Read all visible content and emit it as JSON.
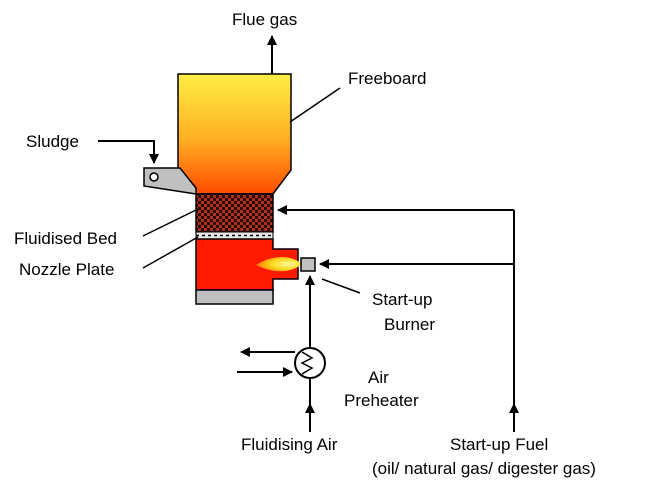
{
  "labels": {
    "flue_gas": "Flue gas",
    "freeboard": "Freeboard",
    "sludge": "Sludge",
    "fluidised_bed": "Fluidised Bed",
    "nozzle_plate": "Nozzle Plate",
    "startup_burner_line1": "Start-up",
    "startup_burner_line2": "Burner",
    "air_preheater_line1": "Air",
    "air_preheater_line2": "Preheater",
    "fluidising_air": "Fluidising Air",
    "startup_fuel_line1": "Start-up Fuel",
    "startup_fuel_line2": "(oil/ natural gas/ digester gas)"
  },
  "colors": {
    "freeboard_top": "#ffee44",
    "freeboard_bottom": "#ff4a00",
    "bed_check": "#b03020",
    "bed_dark": "#2a0a06",
    "combustion_red": "#ff1a00",
    "base_grey": "#c0c0c0",
    "flame_yellow": "#ffee33",
    "flame_orange": "#ff7a00"
  }
}
